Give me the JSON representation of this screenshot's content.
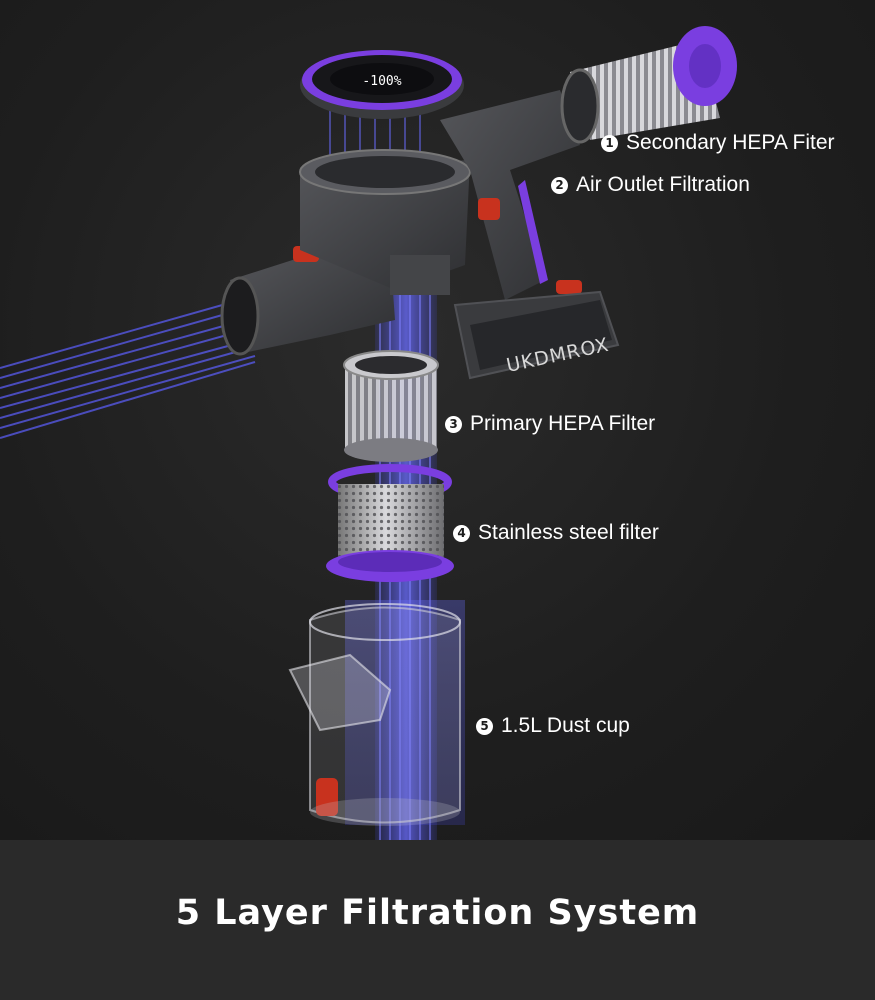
{
  "brand": {
    "logo_text": "UKDMROX",
    "display_reading": "-100%"
  },
  "callouts": [
    {
      "number": "1",
      "label": "Secondary HEPA Fiter"
    },
    {
      "number": "2",
      "label": "Air Outlet Filtration"
    },
    {
      "number": "3",
      "label": "Primary HEPA Filter"
    },
    {
      "number": "4",
      "label": "Stainless steel filter"
    },
    {
      "number": "5",
      "label": "1.5L Dust cup"
    }
  ],
  "footer": {
    "title": "5 Layer Filtration System"
  },
  "colors": {
    "accent_purple": "#7a3ee0",
    "airflow_blue": "#5a5cf0",
    "trigger_red": "#c8321e",
    "body_gray": "#3b3b3d"
  }
}
